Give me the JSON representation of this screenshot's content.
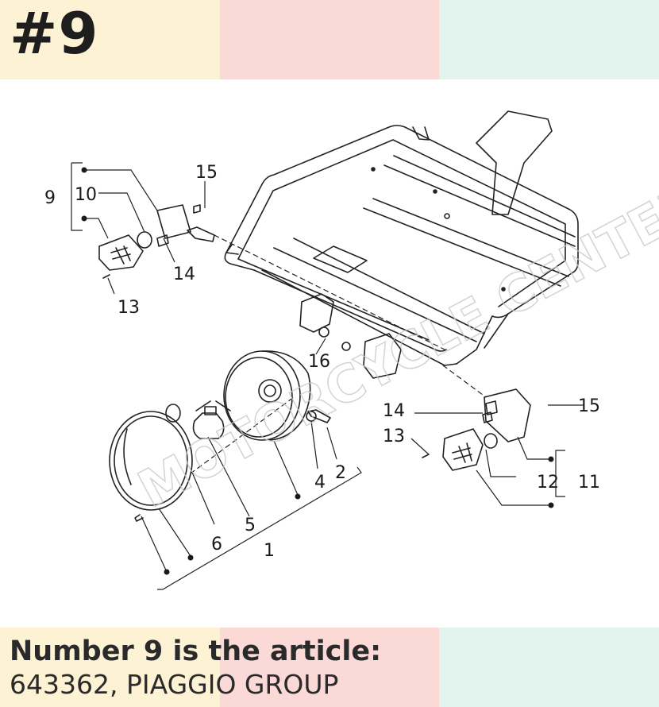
{
  "header": {
    "title": "#9"
  },
  "footer": {
    "line1": "Number 9 is the article:",
    "line2": "643362, PIAGGIO GROUP"
  },
  "diagram": {
    "callouts": [
      "1",
      "2",
      "4",
      "5",
      "6",
      "9",
      "10",
      "11",
      "12",
      "13",
      "13",
      "14",
      "14",
      "15",
      "15",
      "16"
    ]
  },
  "watermark": "MOTORCYCLE CENTER",
  "colors": {
    "band_yellow": "#fdf3d4",
    "band_pink": "#fbd9d6",
    "band_green": "#e1f3ec"
  }
}
